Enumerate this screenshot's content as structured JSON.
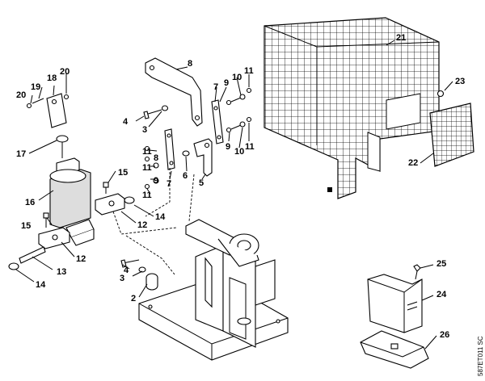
{
  "diagram": {
    "code": "587ET011 SC",
    "callouts": {
      "c2": "2",
      "c3a": "3",
      "c3b": "3",
      "c4a": "4",
      "c4b": "4",
      "c5": "5",
      "c6": "6",
      "c7a": "7",
      "c7b": "7",
      "c8": "8",
      "c9a": "9",
      "c9b": "9",
      "c9c": "9",
      "c10a": "10",
      "c10b": "10",
      "c11a": "11",
      "c11b": "11",
      "c11c": "11",
      "c11d": "11",
      "c12a": "12",
      "c12b": "12",
      "c13": "13",
      "c14a": "14",
      "c14b": "14",
      "c15a": "15",
      "c15b": "15",
      "c16": "16",
      "c17": "17",
      "c18": "18",
      "c19": "19",
      "c20a": "20",
      "c20b": "20",
      "c21": "21",
      "c22": "22",
      "c23": "23",
      "c24": "24",
      "c25": "25",
      "c26": "26"
    }
  }
}
